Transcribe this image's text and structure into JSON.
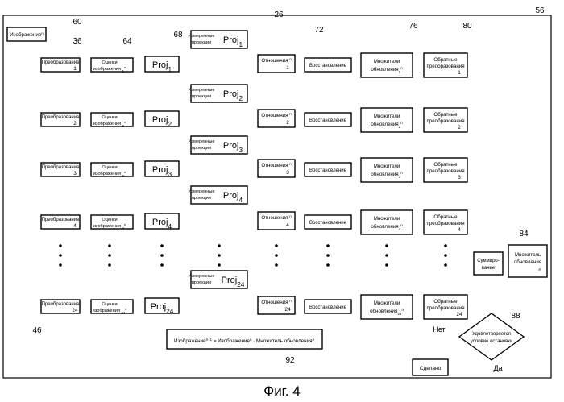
{
  "diagram": {
    "frame_ref": "56",
    "image_box": {
      "label": "Изображение",
      "sup": "n",
      "ref": "60"
    },
    "column_refs": {
      "transforms": "36",
      "estimates": "64",
      "projections": "68",
      "measured": "26",
      "ratios": "72",
      "restore": "76",
      "inverse": "80"
    },
    "transform_label": "Преобразование",
    "estimate_label_1": "Оценки",
    "estimate_label_2": "изображения",
    "estimate_sup": "n",
    "proj_label": "Proj",
    "measured_label_1": "Измеренные",
    "measured_label_2": "проекции",
    "ratio_label": "Отношения",
    "ratio_sup": "n",
    "restore_label": "Восстановление",
    "multiplier_label_1": "Множители",
    "multiplier_label_2": "обновления",
    "multiplier_sup": "n",
    "inverse_label_1": "Обратные",
    "inverse_label_2": "преобразования",
    "row_indices": [
      "1",
      "2",
      "3",
      "4",
      "24"
    ],
    "summation": {
      "line1": "Суммиро-",
      "line2": "вание"
    },
    "update_multiplier": {
      "line1": "Множитель",
      "line2": "обновления",
      "sup": "n",
      "ref": "84"
    },
    "decision": {
      "line1": "Удовлетворяется",
      "line2": "условие остановки",
      "ref": "88"
    },
    "formula": {
      "prefix": "Изображение",
      "sup1": "n+1",
      "middle": " = Изображение",
      "sup2": "n",
      "suffix": " · Множитель обновления",
      "sup3": "n",
      "ref": "92"
    },
    "done_label": "Сделано",
    "no_label": "Нет",
    "yes_label": "Да",
    "left_ref": "46"
  },
  "caption": "Фиг. 4"
}
